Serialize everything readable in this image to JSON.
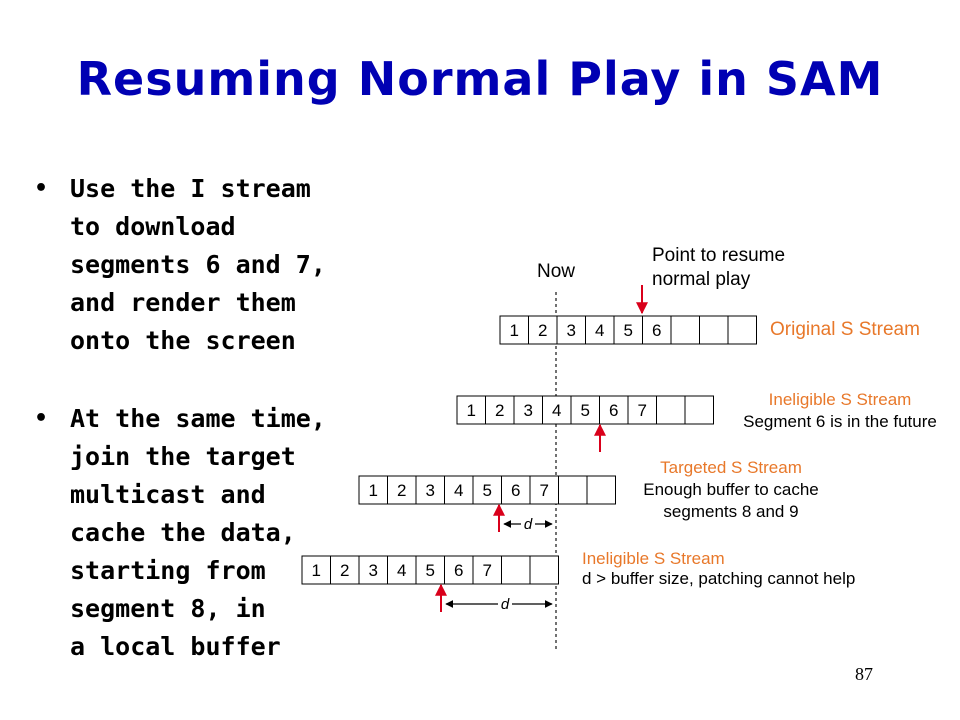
{
  "title": "Resuming Normal Play in SAM",
  "bullets": [
    {
      "lines": [
        "Use the I stream",
        "to download",
        "segments 6 and 7,",
        "and render them",
        "onto the screen"
      ]
    },
    {
      "lines": [
        "At the same time,",
        "join the target",
        "multicast and",
        "cache the data,",
        "starting from",
        "segment 8, in",
        "a local buffer"
      ]
    }
  ],
  "page_number": "87",
  "diagram": {
    "now_label": "Now",
    "resume_label": [
      "Point to resume",
      "normal play"
    ],
    "d_label": "d",
    "colors": {
      "orange": "#e8782a",
      "red": "#d9001b",
      "black": "#000000",
      "now_line": "#444444"
    },
    "streams": [
      {
        "segments": [
          "1",
          "2",
          "3",
          "4",
          "5",
          "6"
        ],
        "title": "Original S Stream",
        "desc": []
      },
      {
        "segments": [
          "1",
          "2",
          "3",
          "4",
          "5",
          "6",
          "7"
        ],
        "title": "Ineligible S Stream",
        "desc": [
          "Segment 6 is in the future"
        ]
      },
      {
        "segments": [
          "1",
          "2",
          "3",
          "4",
          "5",
          "6",
          "7"
        ],
        "title": "Targeted S Stream",
        "desc": [
          "Enough buffer to cache",
          "segments 8 and 9"
        ]
      },
      {
        "segments": [
          "1",
          "2",
          "3",
          "4",
          "5",
          "6",
          "7"
        ],
        "title": "Ineligible S Stream",
        "desc": [
          "d > buffer size, patching cannot help"
        ]
      }
    ]
  }
}
